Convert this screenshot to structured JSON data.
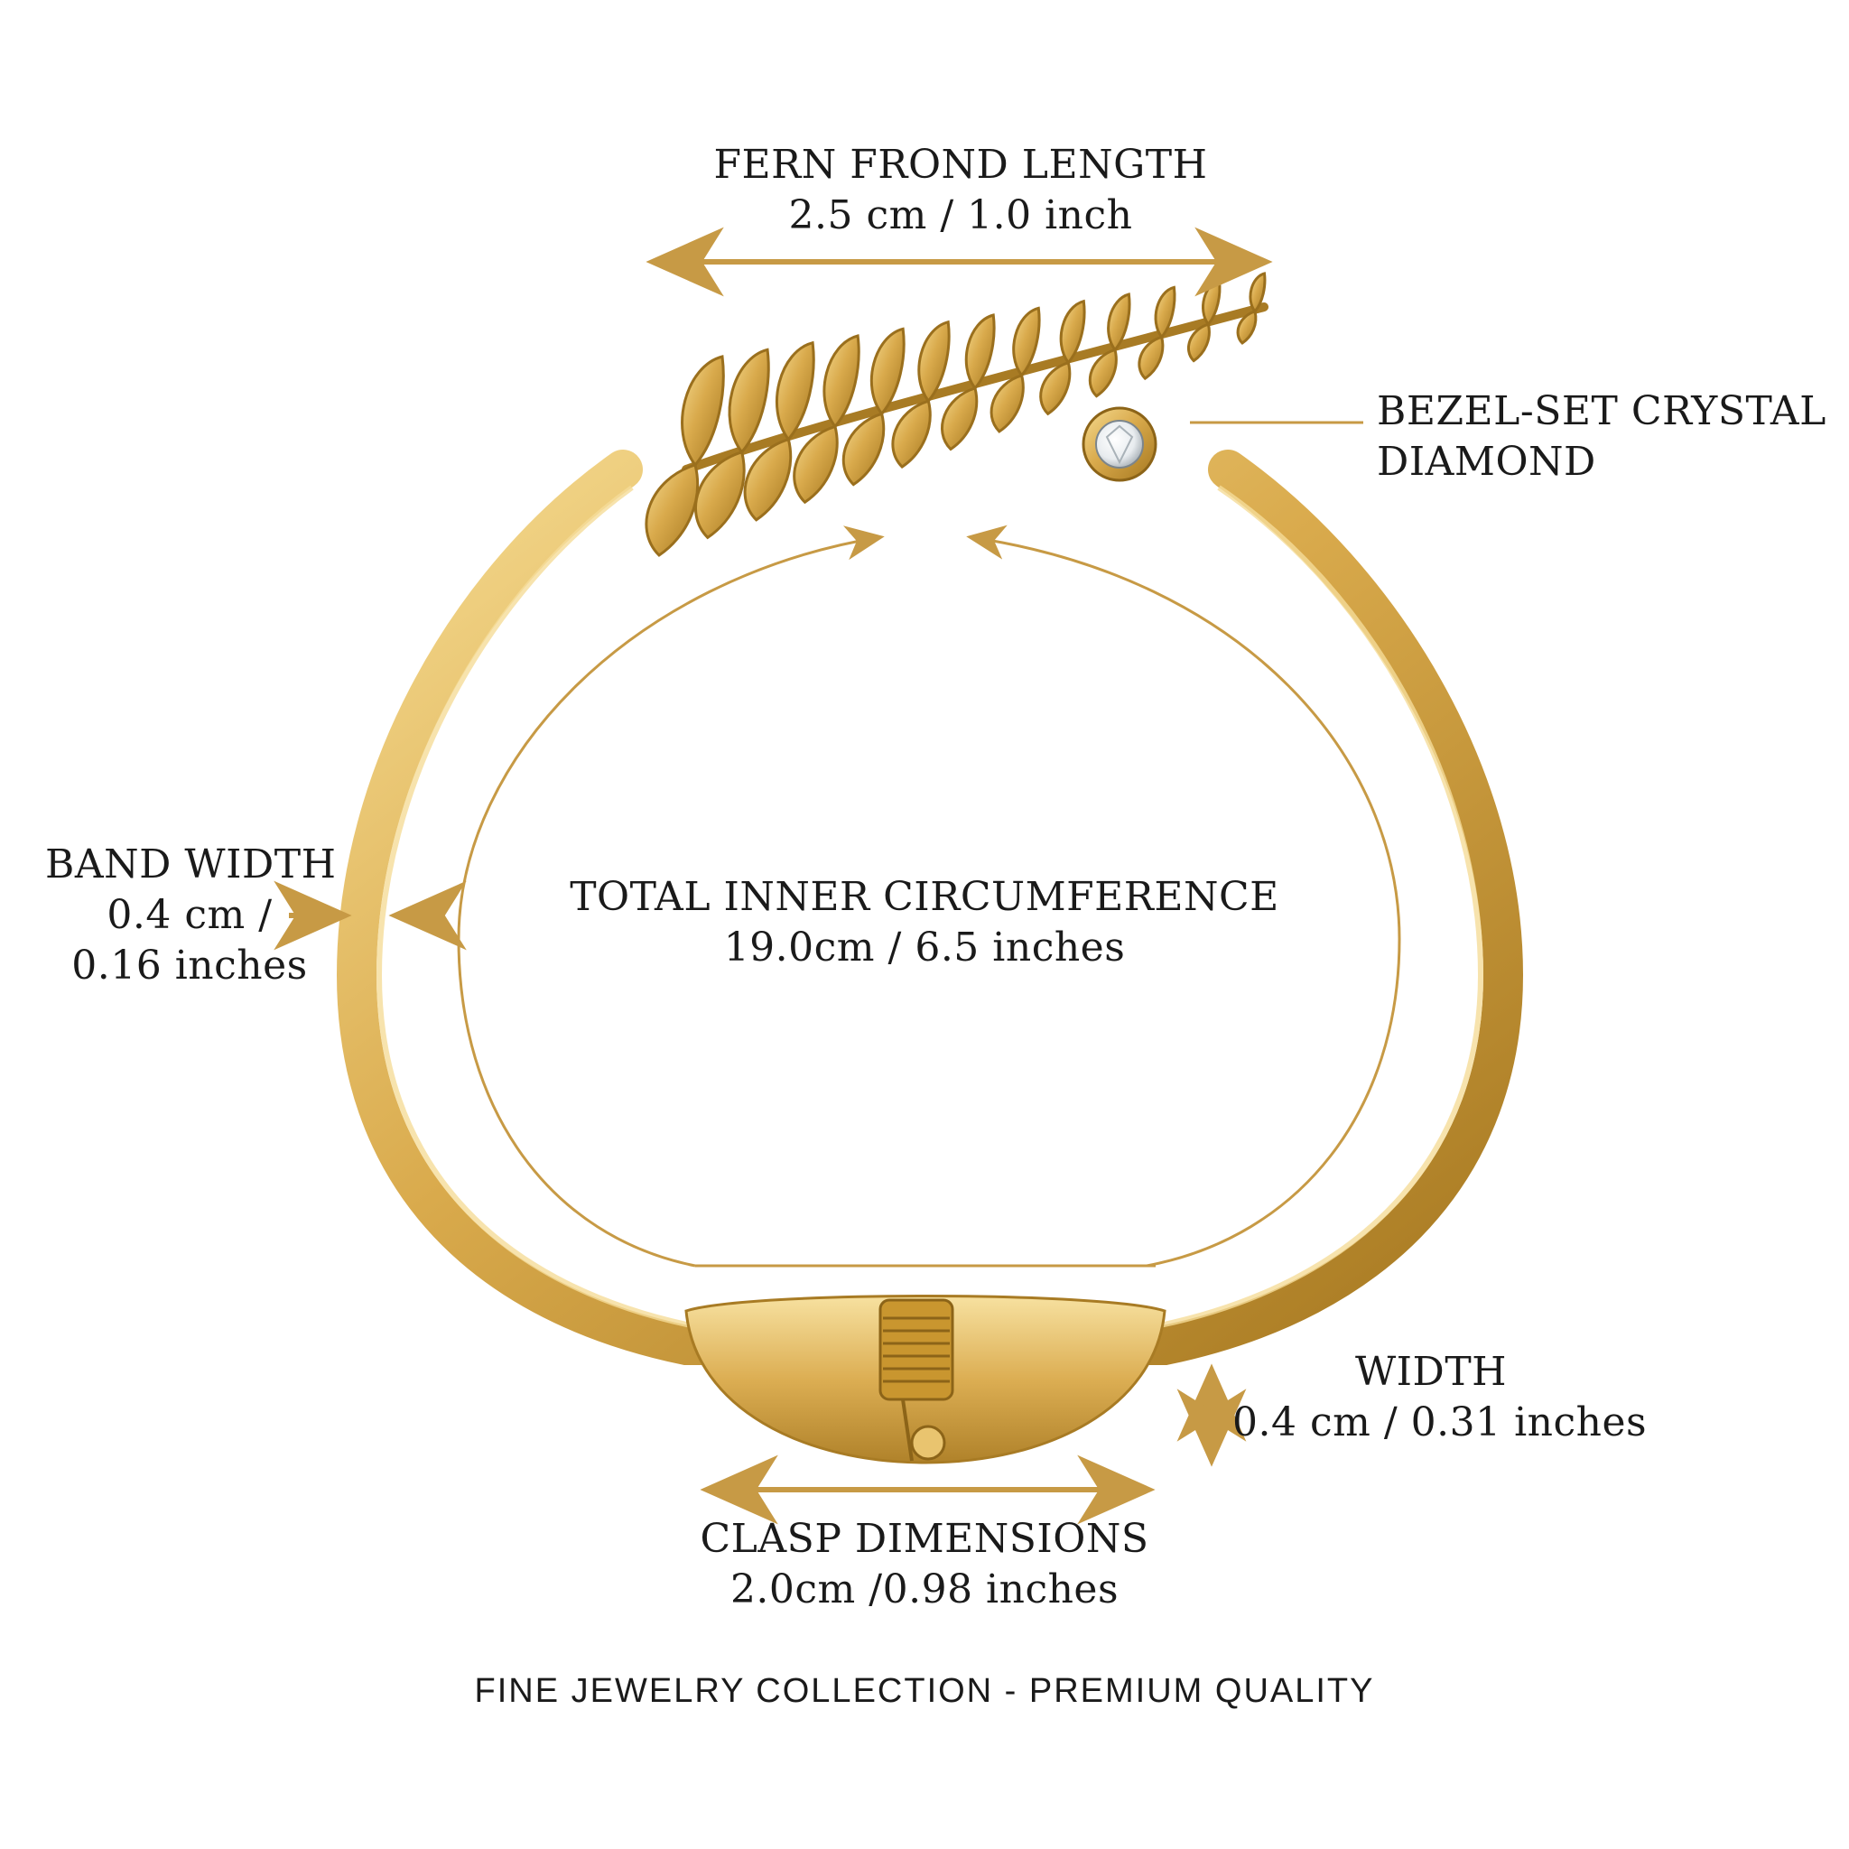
{
  "colors": {
    "gold": "#d4a343",
    "gold_dark": "#a87b24",
    "gold_light": "#f3d58a",
    "arrow": "#c79a45",
    "text": "#1a1a1a"
  },
  "labels": {
    "fern_frond": {
      "title": "FERN FROND LENGTH",
      "value": "2.5 cm / 1.0 inch"
    },
    "crystal": {
      "line1": "BEZEL-SET CRYSTAL",
      "line2": "DIAMOND"
    },
    "band_width": {
      "title": "BAND WIDTH",
      "value1": "0.4 cm /",
      "value2": "0.16 inches"
    },
    "circumference": {
      "title": "TOTAL INNER CIRCUMFERENCE",
      "value": "19.0cm / 6.5 inches"
    },
    "width": {
      "title": "WIDTH",
      "value": "0.4 cm / 0.31 inches"
    },
    "clasp": {
      "title": "CLASP DIMENSIONS",
      "value": "2.0cm /0.98 inches"
    }
  },
  "footer": {
    "text": "FINE JEWELRY COLLECTION - PREMIUM QUALITY"
  },
  "icons": {
    "bracelet": "bracelet-icon",
    "fern": "fern-leaf-icon",
    "crystal": "crystal-gem-icon",
    "clasp": "hinge-clasp-icon"
  }
}
